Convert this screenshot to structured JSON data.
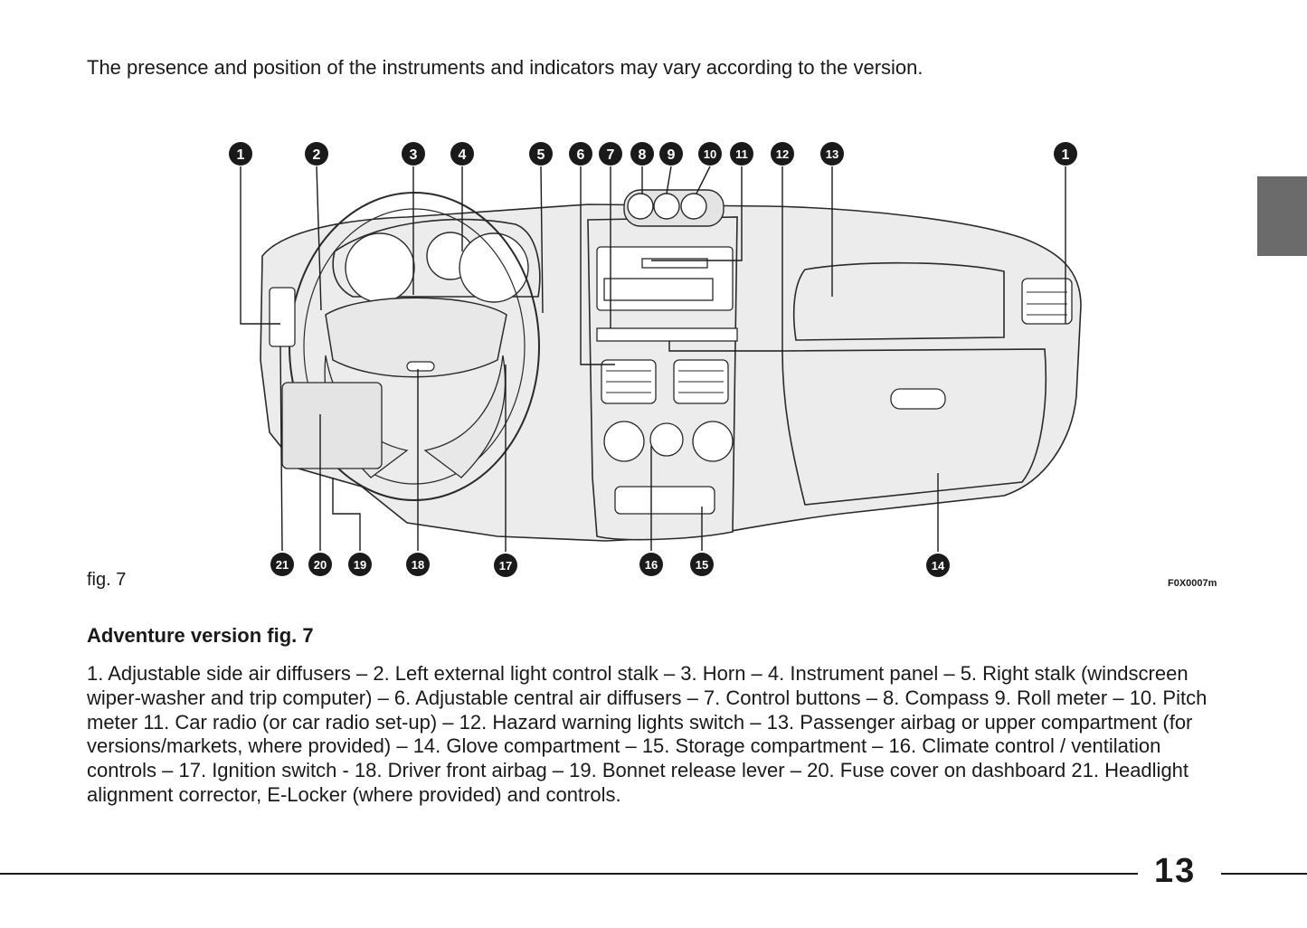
{
  "intro": "The presence and position of the instruments and indicators may vary according to the version.",
  "figure": {
    "label": "fig. 7",
    "code": "F0X0007m",
    "callouts": [
      "1",
      "2",
      "3",
      "4",
      "5",
      "6",
      "7",
      "8",
      "9",
      "10",
      "11",
      "12",
      "13",
      "1",
      "21",
      "20",
      "19",
      "18",
      "17",
      "16",
      "15",
      "14"
    ]
  },
  "section_title": "Adventure version fig. 7",
  "caption": "1. Adjustable side air diffusers – 2. Left external light control stalk – 3.  Horn – 4. Instrument panel – 5. Right stalk (windscreen wiper-washer and trip computer) – 6. Adjustable central air diffusers – 7. Control buttons – 8. Compass 9. Roll meter – 10. Pitch meter  11. Car radio (or car radio set-up) – 12. Hazard warning lights switch – 13. Passenger airbag or upper compartment (for versions/markets, where provided) – 14. Glove compartment – 15. Storage compartment – 16. Climate control / ventilation controls – 17. Ignition switch - 18. Driver front airbag – 19. Bonnet release lever – 20. Fuse cover on dashboard 21. Headlight alignment corrector, E-Locker (where provided) and controls.",
  "page_number": "13",
  "colors": {
    "tab": "#6b6b6b",
    "dash_fill": "#ececec",
    "callout_fill": "#1a1a1a"
  }
}
